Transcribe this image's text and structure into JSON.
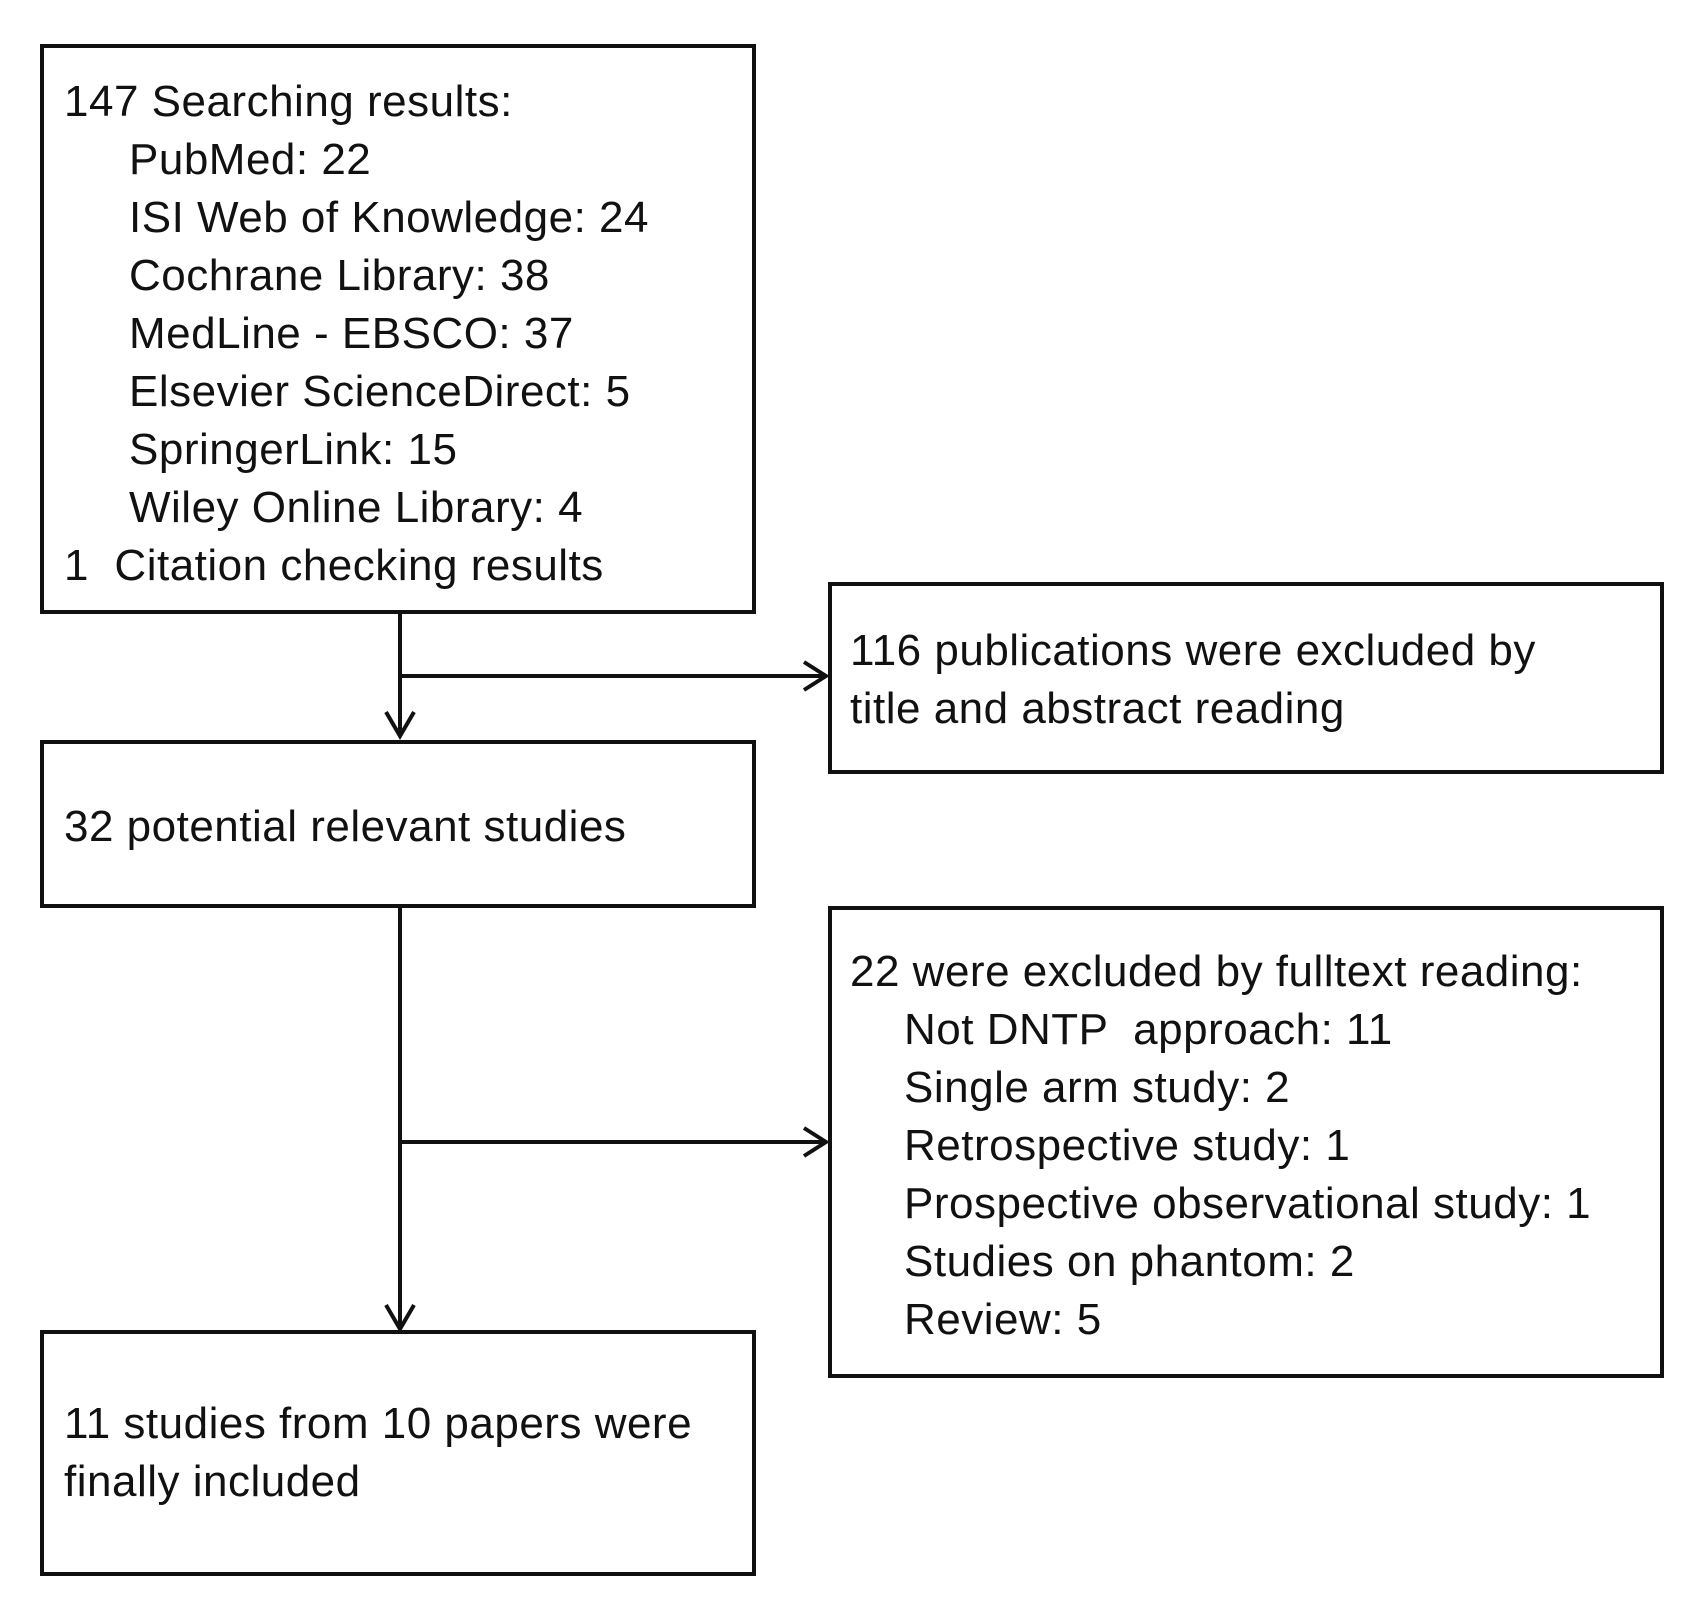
{
  "search_box": {
    "heading": "147 Searching results:",
    "sources": [
      "PubMed: 22",
      "ISI Web of Knowledge: 24",
      "Cochrane Library: 38",
      "MedLine - EBSCO: 37",
      "Elsevier ScienceDirect: 5",
      "SpringerLink: 15",
      "Wiley Online Library: 4"
    ],
    "citation": "1  Citation checking results"
  },
  "excluded_title": {
    "lines": [
      "116 publications were excluded by",
      "title and abstract reading"
    ]
  },
  "relevant_box": {
    "text": "32 potential relevant studies"
  },
  "excluded_fulltext": {
    "heading": "22 were excluded by fulltext reading:",
    "reasons": [
      "Not DNTP  approach: 11",
      "Single arm study: 2",
      "Retrospective study: 1",
      "Prospective observational study: 1",
      "Studies on phantom: 2",
      "Review: 5"
    ]
  },
  "final_box": {
    "lines": [
      "11 studies from 10 papers were",
      "finally included"
    ]
  },
  "colors": {
    "stroke": "#111111",
    "background": "#ffffff"
  }
}
